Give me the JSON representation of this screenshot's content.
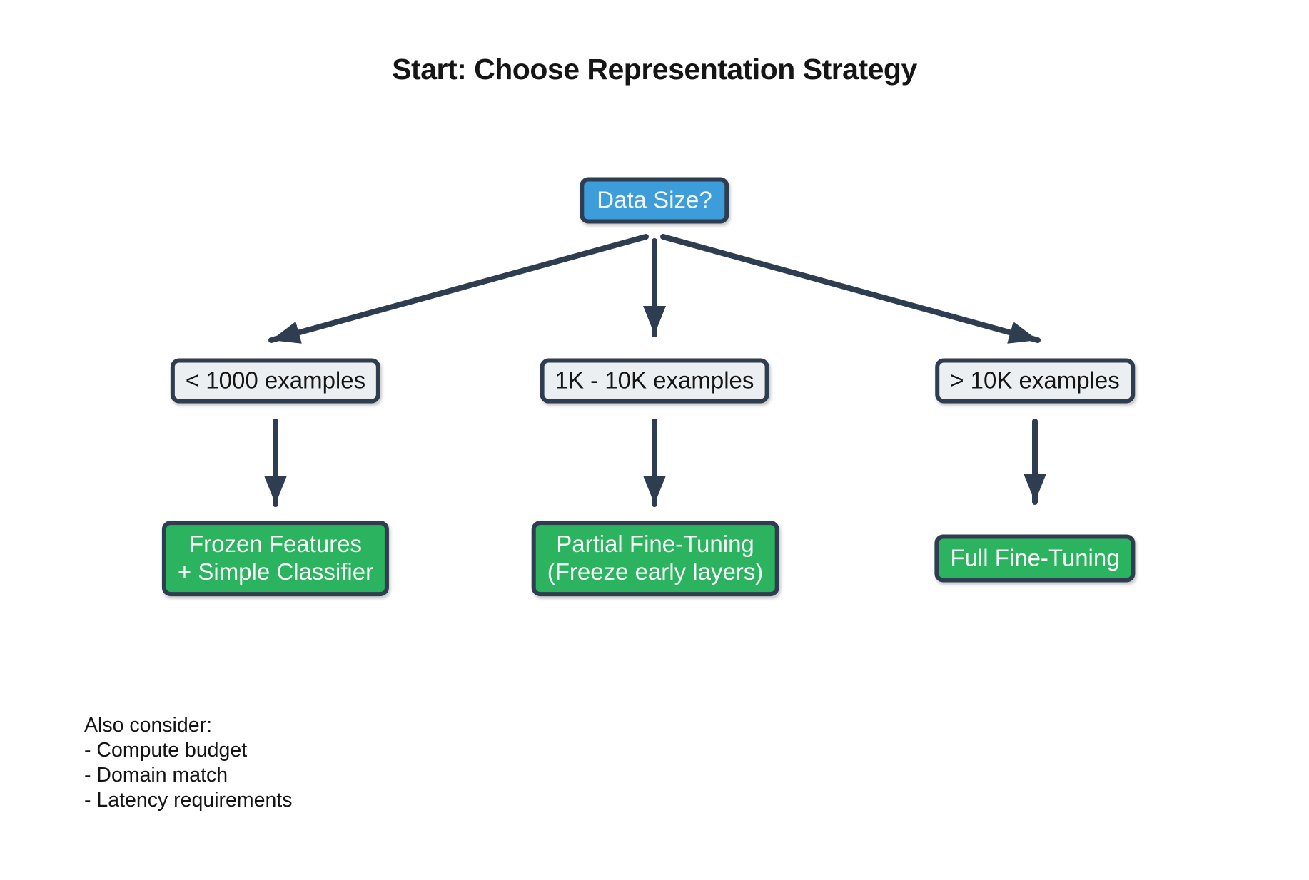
{
  "title": "Start: Choose Representation Strategy",
  "colors": {
    "accent_blue": "#3d9ddb",
    "accent_green": "#2cb360",
    "neutral_fill": "#eceff1",
    "node_border": "#2e3d4f",
    "arrow_color": "#2e3d4f",
    "text_dark": "#151515",
    "text_light": "#f4f6f6"
  },
  "diagram": {
    "root_label": "Data Size?",
    "branches": [
      {
        "condition": "< 1000 examples",
        "outcome_lines": [
          "Frozen Features",
          "+ Simple Classifier"
        ]
      },
      {
        "condition": "1K - 10K examples",
        "outcome_lines": [
          "Partial Fine-Tuning",
          "(Freeze early layers)"
        ]
      },
      {
        "condition": "> 10K examples",
        "outcome_lines": [
          "Full Fine-Tuning"
        ]
      }
    ]
  },
  "notes": {
    "heading": "Also consider:",
    "items": [
      "- Compute budget",
      "- Domain match",
      "- Latency requirements"
    ]
  }
}
